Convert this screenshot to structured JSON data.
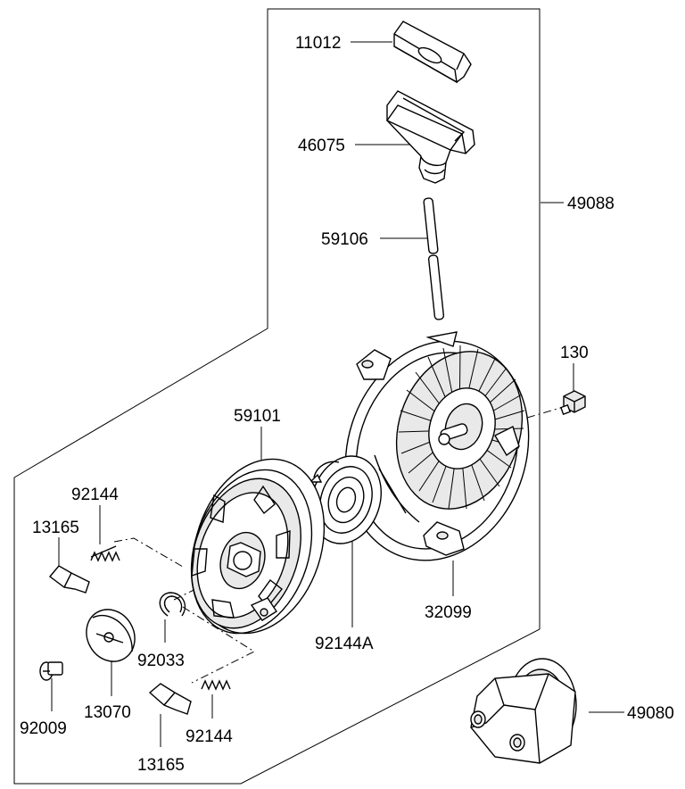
{
  "parts": [
    {
      "id": "11012",
      "label": "11012"
    },
    {
      "id": "46075",
      "label": "46075"
    },
    {
      "id": "59106",
      "label": "59106"
    },
    {
      "id": "49088",
      "label": "49088"
    },
    {
      "id": "130",
      "label": "130"
    },
    {
      "id": "59101",
      "label": "59101"
    },
    {
      "id": "92144a",
      "label": "92144"
    },
    {
      "id": "13165a",
      "label": "13165"
    },
    {
      "id": "92144A",
      "label": "92144A"
    },
    {
      "id": "32099",
      "label": "32099"
    },
    {
      "id": "92033",
      "label": "92033"
    },
    {
      "id": "13070",
      "label": "13070"
    },
    {
      "id": "92009",
      "label": "92009"
    },
    {
      "id": "92144b",
      "label": "92144"
    },
    {
      "id": "13165b",
      "label": "13165"
    },
    {
      "id": "49080",
      "label": "49080"
    }
  ]
}
